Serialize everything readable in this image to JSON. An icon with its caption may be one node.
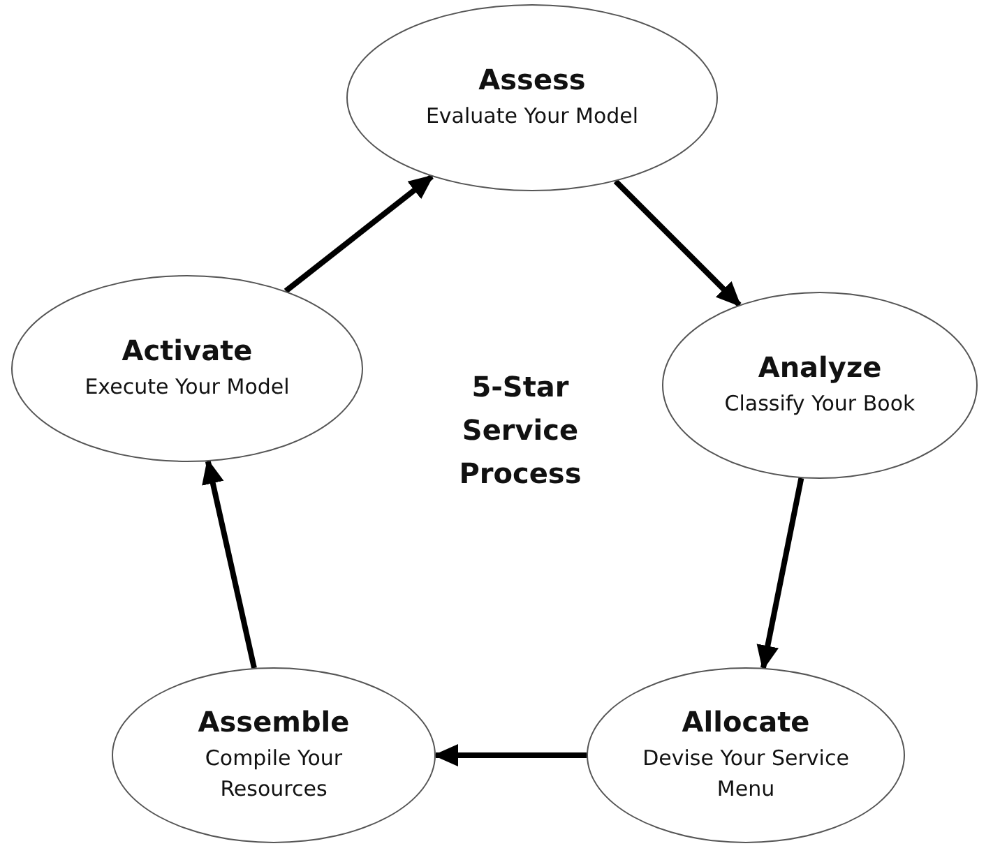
{
  "diagram": {
    "nodes": [
      {
        "text": [
          "Assess",
          "Evaluate Your Model"
        ]
      },
      {
        "text": [
          "Analyze",
          "Classify Your Book"
        ]
      },
      {
        "text": [
          "Allocate",
          "Devise Your Service Menu"
        ]
      },
      {
        "text": [
          "Assemble",
          "Compile Your Resources"
        ]
      },
      {
        "text": [
          "Activate",
          "Execute Your Model"
        ]
      }
    ],
    "edges": [
      {
        "from": 0,
        "to": 1,
        "arrow": "to"
      },
      {
        "from": 1,
        "to": 2,
        "arrow": "to"
      },
      {
        "from": 2,
        "to": 3,
        "arrow": "to"
      },
      {
        "from": 3,
        "to": 4,
        "arrow": "to"
      },
      {
        "from": 4,
        "to": 0,
        "arrow": "to"
      }
    ],
    "labels": [
      "5-Star Service Process"
    ]
  }
}
